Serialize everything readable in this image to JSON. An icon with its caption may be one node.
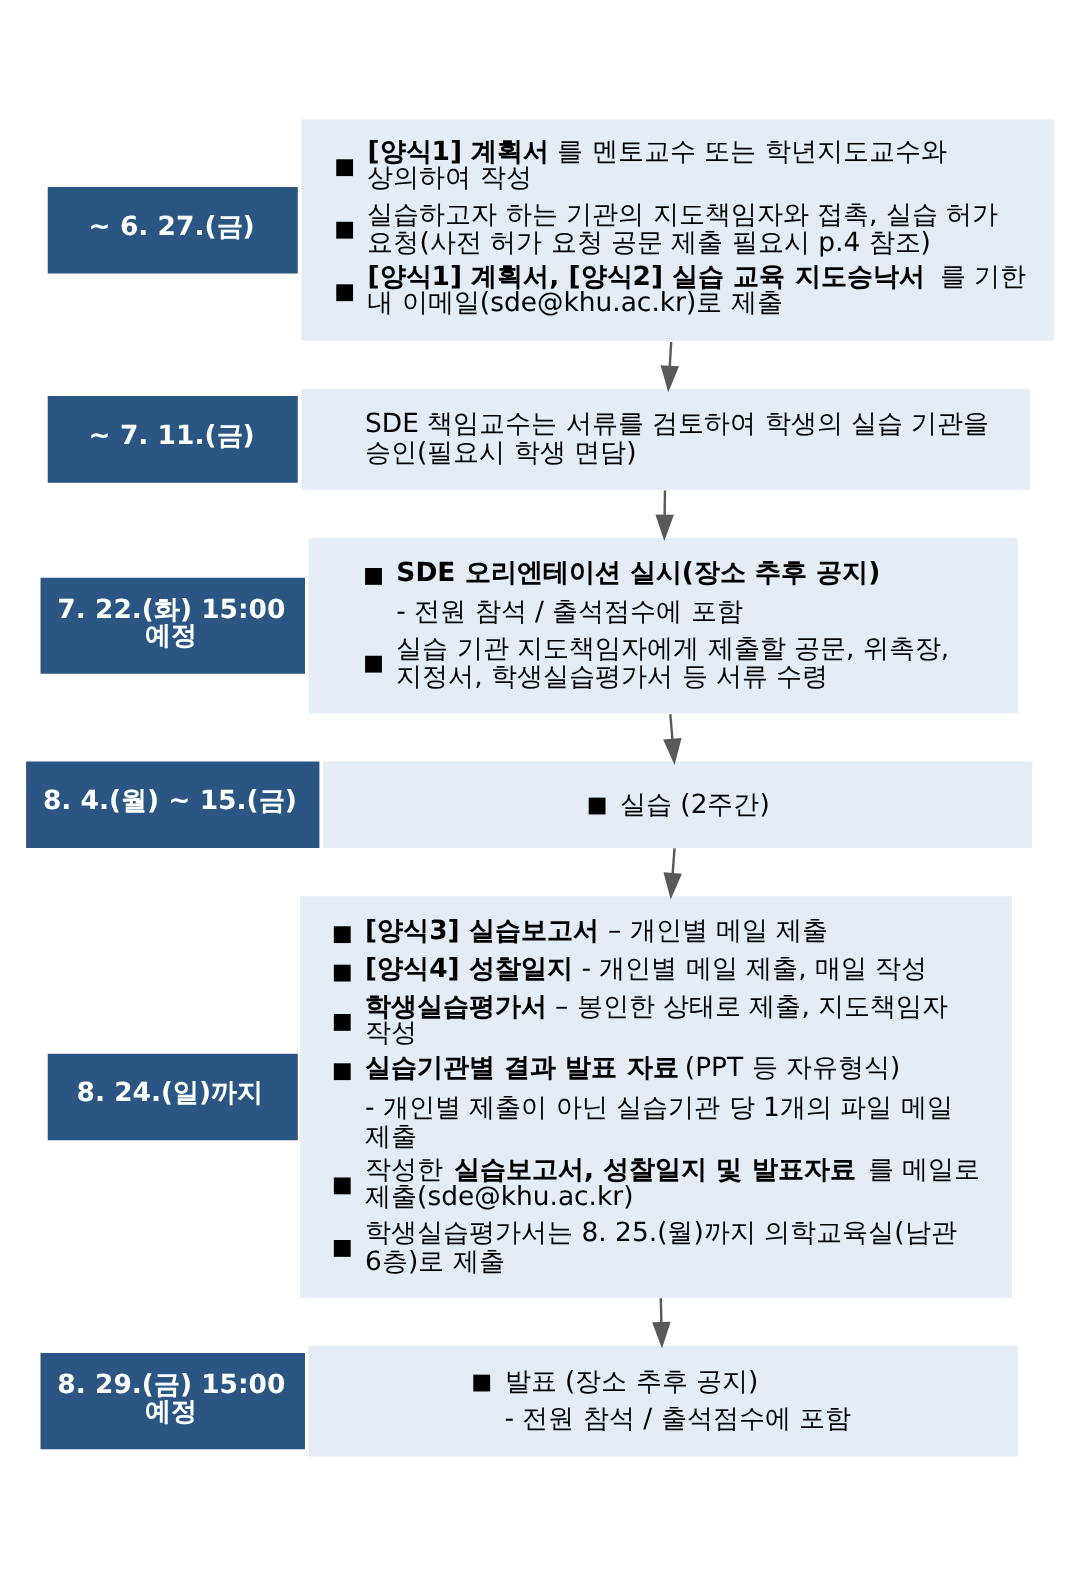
{
  "diagram": {
    "nodes": [
      {
        "text": [
          "~ 6. 27.(금)"
        ]
      },
      {
        "text": [
          "**[양식1] 계획서**를 멘토교수 또는 학년지도교수와 상의하여 작성",
          "실습하고자 하는 기관의 지도책임자와 접촉, 실습 허가 요청(사전 허가 요청 공문 제출 필요시 p.4 참조)",
          "**[양식1] 계획서, [양식2] 실습 교육 지도승낙서**를 기한 내 이메일(sde@khu.ac.kr)로 제출"
        ]
      },
      {
        "text": [
          "~ 7. 11.(금)"
        ]
      },
      {
        "text": [
          "SDE 책임교수는 서류를 검토하여 학생의 실습 기관을 승인(필요시 학생 면담)"
        ]
      },
      {
        "text": [
          "7. 22.(화) 15:00 예정"
        ]
      },
      {
        "text": [
          "SDE 오리엔테이션 실시(장소 추후 공지)",
          "- 전원 참석 / 출석점수에 포함",
          "실습 기관 지도책임자에게 제출할 공문, 위촉장, 지정서, 학생실습평가서 등 서류 수령"
        ]
      },
      {
        "text": [
          "8. 4.(월) ~ 15.(금)"
        ]
      },
      {
        "text": [
          "실습 (2주간)"
        ]
      },
      {
        "text": [
          "8. 24.(일)까지"
        ]
      },
      {
        "text": [
          "**[양식3] 실습보고서** – 개인별 메일 제출",
          "**[양식4] 성찰일지** - 개인별 메일 제출, 매일 작성",
          "**학생실습평가서** – 봉인한 상태로 제출, 지도책임자 작성",
          "**실습기관별 결과 발표 자료**(PPT 등 자유형식)",
          "- 개인별 제출이 아닌 실습기관 당 1개의 파일 메일 제출",
          "작성한 **실습보고서, 성찰일지 및 발표자료**를 메일로 제출(sde@khu.ac.kr)",
          "학생실습평가서는 8. 25.(월)까지 의학교육실(남관 6층)로 제출"
        ]
      },
      {
        "text": [
          "8. 29.(금) 15:00 예정"
        ]
      },
      {
        "text": [
          "발표 (장소 추후 공지)",
          "- 전원 참석 / 출석점수에 포함"
        ]
      }
    ],
    "edges": [
      {
        "from": 1,
        "to": 3,
        "arrow": "to"
      },
      {
        "from": 3,
        "to": 5,
        "arrow": "to"
      },
      {
        "from": 5,
        "to": 7,
        "arrow": "to"
      },
      {
        "from": 7,
        "to": 9,
        "arrow": "to"
      },
      {
        "from": 9,
        "to": 11,
        "arrow": "to"
      }
    ]
  }
}
